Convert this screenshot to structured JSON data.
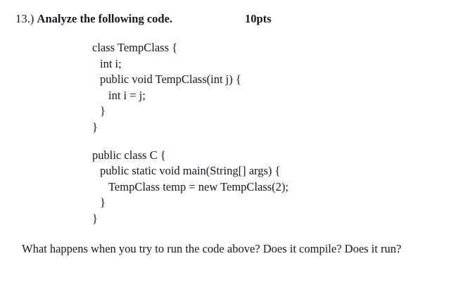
{
  "document": {
    "background_color": "#ffffff",
    "text_color": "#16181f"
  },
  "question": {
    "number": "13.)",
    "title": "Analyze the following code.",
    "points": "10pts"
  },
  "code": {
    "language": "java",
    "lines": [
      {
        "text": "class TempClass {",
        "indent": 0
      },
      {
        "text": "int i;",
        "indent": 1
      },
      {
        "text": "public void TempClass(int j) {",
        "indent": 1
      },
      {
        "text": "int i = j;",
        "indent": 2
      },
      {
        "text": "}",
        "indent": 1
      },
      {
        "text": "}",
        "indent": 0
      },
      {
        "text": "",
        "indent": 0
      },
      {
        "text": "public class C {",
        "indent": 0
      },
      {
        "text": "public static void main(String[] args) {",
        "indent": 1
      },
      {
        "text": "TempClass temp = new TempClass(2);",
        "indent": 2
      },
      {
        "text": "}",
        "indent": 1
      },
      {
        "text": "}",
        "indent": 0
      }
    ]
  },
  "prompt": {
    "text": "What happens when you try to run the code above? Does it compile? Does it run?"
  }
}
